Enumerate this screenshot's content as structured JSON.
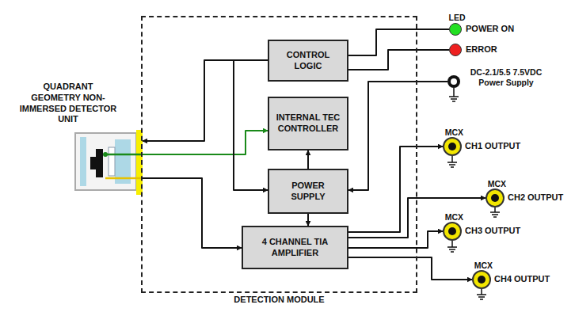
{
  "diagram": {
    "nodes": [
      {
        "text": [
          "DETECTION MODULE"
        ]
      },
      {
        "text": [
          "CONTROL LOGIC"
        ],
        "in": 0
      },
      {
        "text": [
          "INTERNAL TEC CONTROLLER"
        ],
        "in": 0
      },
      {
        "text": [
          "POWER SUPPLY"
        ],
        "in": 0
      },
      {
        "text": [
          "4 CHANNEL TIA AMPLIFIER"
        ],
        "in": 0
      },
      {
        "text": [
          "QUADRANT GEOMETRY NON-IMMERSED DETECTOR UNIT"
        ]
      },
      {
        "text": [
          "LED",
          "POWER ON"
        ]
      },
      {
        "text": [
          "ERROR"
        ]
      },
      {
        "text": [
          "DC-2.1/5.5 7.5VDC Power Supply"
        ]
      },
      {
        "text": [
          "MCX",
          "CH1 OUTPUT"
        ]
      },
      {
        "text": [
          "MCX",
          "CH2 OUTPUT"
        ]
      },
      {
        "text": [
          "MCX",
          "CH3 OUTPUT"
        ]
      },
      {
        "text": [
          "MCX",
          "CH4 OUTPUT"
        ]
      }
    ],
    "edges": [
      {
        "from": 1,
        "to": 5,
        "arrow": "to"
      },
      {
        "from": 5,
        "to": 2,
        "arrow": "to"
      },
      {
        "from": 5,
        "to": 4,
        "arrow": "to"
      },
      {
        "from": 1,
        "to": 3,
        "arrow": "to"
      },
      {
        "from": 3,
        "to": 2,
        "arrow": "to"
      },
      {
        "from": 3,
        "to": 4,
        "arrow": "to"
      },
      {
        "from": 8,
        "to": 3,
        "arrow": "to"
      },
      {
        "from": 1,
        "to": 6,
        "arrow": "none"
      },
      {
        "from": 1,
        "to": 7,
        "arrow": "none"
      },
      {
        "from": 4,
        "to": 9,
        "arrow": "to"
      },
      {
        "from": 4,
        "to": 10,
        "arrow": "to"
      },
      {
        "from": 4,
        "to": 11,
        "arrow": "to"
      },
      {
        "from": 4,
        "to": 12,
        "arrow": "to"
      }
    ]
  }
}
